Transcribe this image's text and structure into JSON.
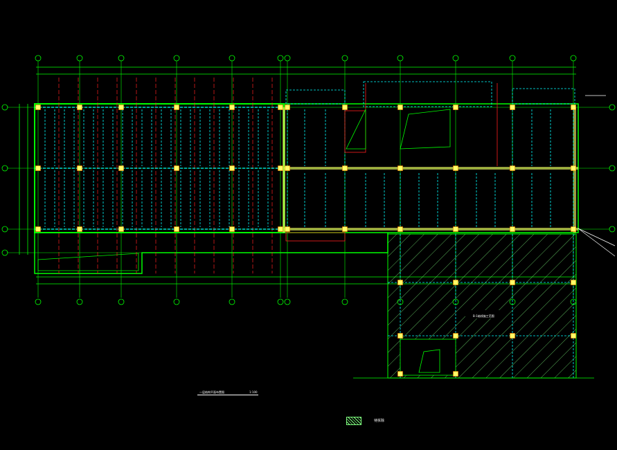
{
  "drawing": {
    "title": "一层结构平面布置图",
    "scale": "1:100",
    "legend_label": "待拆除",
    "hatched_zone_label": "B-1轴线施工范围",
    "colors": {
      "background": "#000000",
      "grid_axis": "#00ff00",
      "beam_dash": "#00ffff",
      "beam_red": "#ff2020",
      "column": "#ffff66",
      "text": "#ffffff",
      "hatch": "#7fff7f"
    }
  }
}
